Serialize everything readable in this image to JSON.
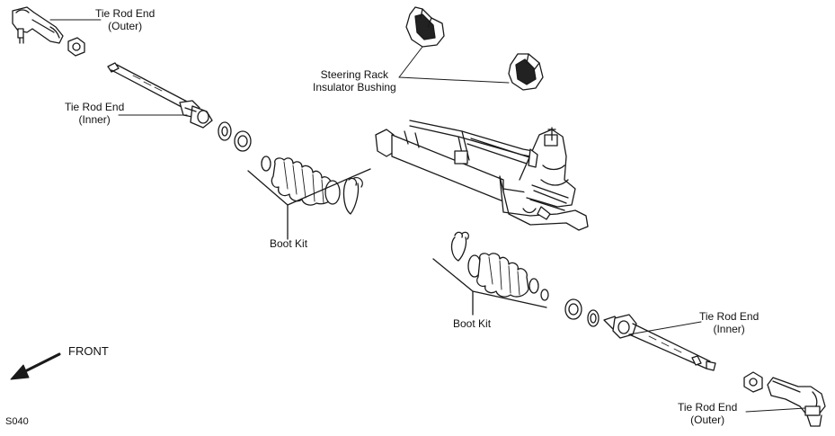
{
  "labels": {
    "tie_rod_outer_top": [
      "Tie Rod End",
      "(Outer)"
    ],
    "tie_rod_inner_top": [
      "Tie Rod End",
      "(Inner)"
    ],
    "bushing": [
      "Steering Rack",
      "Insulator Bushing"
    ],
    "boot_kit_left": "Boot Kit",
    "boot_kit_right": "Boot Kit",
    "tie_rod_inner_bottom": [
      "Tie Rod End",
      "(Inner)"
    ],
    "tie_rod_outer_bottom": [
      "Tie Rod End",
      "(Outer)"
    ],
    "front": "FRONT",
    "code": "S040"
  }
}
